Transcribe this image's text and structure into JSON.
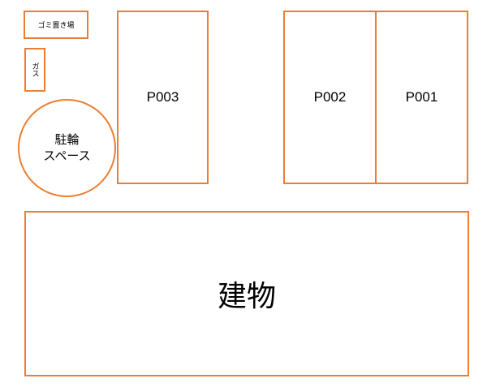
{
  "areas": {
    "garbage": {
      "label": "ゴミ置き場"
    },
    "gas": {
      "label": "ガス"
    },
    "bicycle": {
      "label_lines": [
        "駐輪",
        "スペース"
      ]
    },
    "building": {
      "label": "建物"
    }
  },
  "parking_spaces": [
    {
      "id": "P003"
    },
    {
      "id": "P002"
    },
    {
      "id": "P001"
    }
  ],
  "colors": {
    "outline": "#ED7D31",
    "text": "#000000",
    "background": "#FFFFFF"
  }
}
